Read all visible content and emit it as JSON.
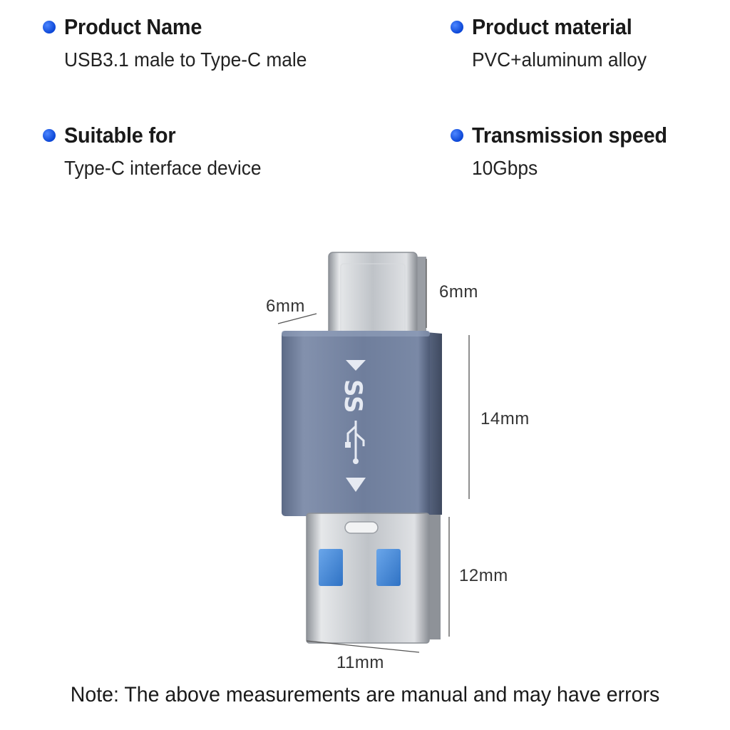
{
  "specs": {
    "product_name": {
      "title": "Product Name",
      "value": "USB3.1 male to Type-C male"
    },
    "product_material": {
      "title": "Product material",
      "value": "PVC+aluminum alloy"
    },
    "suitable_for": {
      "title": "Suitable for",
      "value": "Type-C interface device"
    },
    "transmission_speed": {
      "title": "Transmission speed",
      "value": "10Gbps"
    }
  },
  "dimensions": {
    "typec_depth": "6mm",
    "typec_height": "6mm",
    "body_height": "14mm",
    "usb_height": "12mm",
    "usb_width": "11mm"
  },
  "logo_text": "SS",
  "note": "Note: The above measurements are manual and may have errors",
  "colors": {
    "bullet": "#1450e6",
    "body": "#6f7e9c",
    "usb_port_blue": "#3f86d6",
    "metal": "#c9ccd0"
  }
}
